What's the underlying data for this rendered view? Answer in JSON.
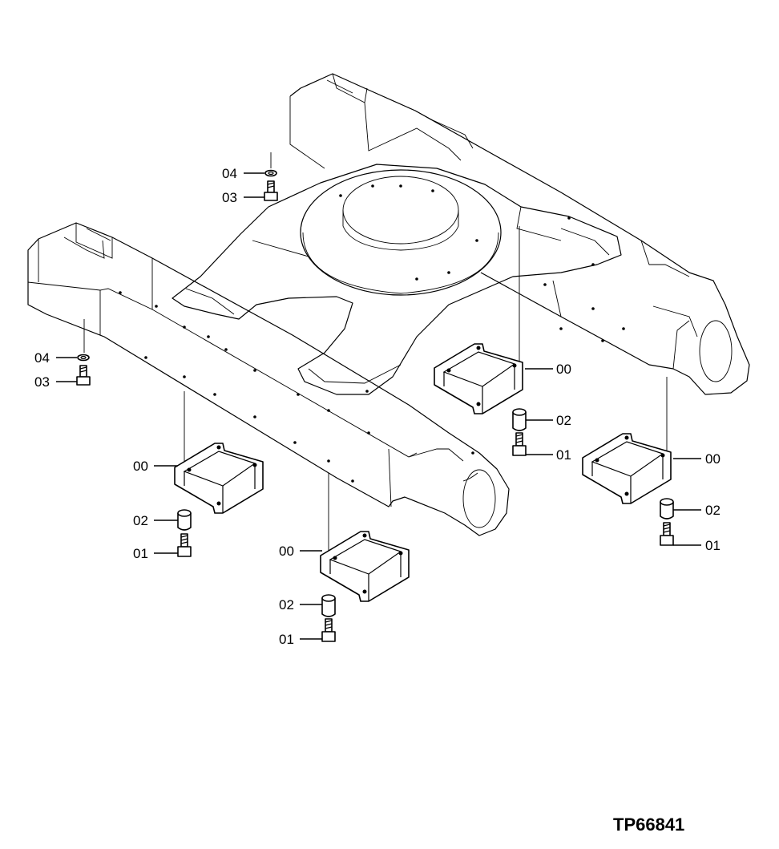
{
  "drawing": {
    "reference_code": "TP66841"
  },
  "callouts": {
    "guard": "00",
    "spacer": "02",
    "bolt": "01",
    "washer": "04",
    "frame_bolt": "03"
  }
}
